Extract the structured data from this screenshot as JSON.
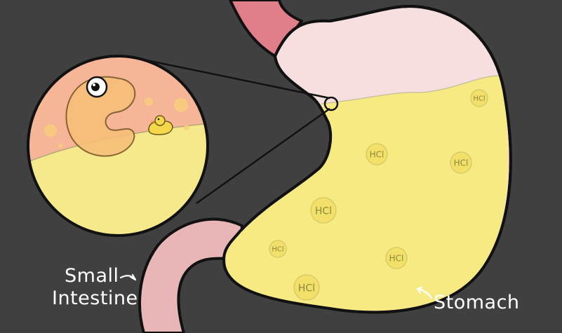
{
  "labels": {
    "small_intestine_line1": "Small",
    "small_intestine_line2": "Intestine",
    "stomach": "Stomach"
  },
  "hcl_bubble_text": "HCl",
  "hcl_bubbles": [
    {
      "size": "small"
    },
    {
      "size": "medium"
    },
    {
      "size": "medium"
    },
    {
      "size": "large"
    },
    {
      "size": "small"
    },
    {
      "size": "medium"
    },
    {
      "size": "large"
    }
  ],
  "colors": {
    "background": "#404040",
    "stomach_upper": "#f7dfe0",
    "stomach_acid": "#f7ea83",
    "esophagus": "#e07f89",
    "intestine": "#e9b6b8",
    "inset_sky": "#f7b598",
    "character": "#f6bf77",
    "duck": "#f4d84a",
    "outline": "#111111",
    "label_text": "#ffffff"
  },
  "icons": [
    "arrow-icon",
    "arrow-icon",
    "rubber-duck-icon",
    "pacman-character-icon"
  ]
}
